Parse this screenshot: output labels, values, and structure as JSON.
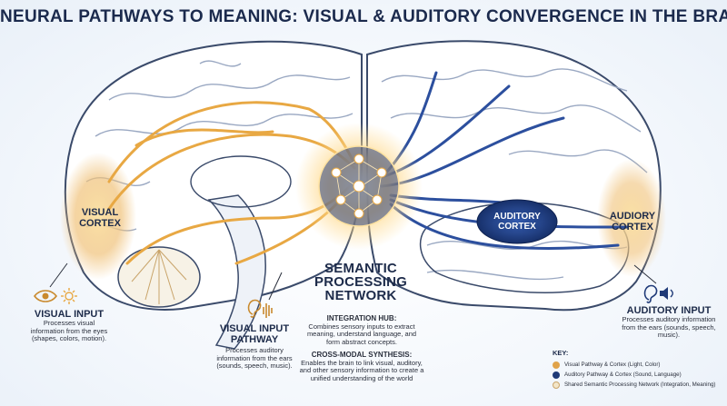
{
  "title": "NEURAL PATHWAYS TO MEANING: VISUAL & AUDITORY CONVERGENCE IN THE BRAIN",
  "labels": {
    "visual_cortex": "VISUAL CORTEX",
    "auditory_cortex_inner": "AUDITORY CORTEX",
    "auditory_cortex_outer": "AUDIORY CORTEX",
    "semantic_network": "SEMANTIC PROCESSING NETWORK"
  },
  "visual_input": {
    "title": "VISUAL INPUT",
    "desc": "Processes visual information from the eyes (shapes, colors, motion)."
  },
  "visual_input_pathway": {
    "title": "VISUAL INPUT PATHWAY",
    "desc": "Processes auditory information from the ears (sounds, speech, music)."
  },
  "integration_hub": {
    "title": "INTEGRATION HUB:",
    "desc": "Combines sensory inputs to extract meaning, understand language, and form abstract concepts."
  },
  "cross_modal": {
    "title": "CROSS-MODAL SYNTHESIS:",
    "desc": "Enables the brain to link visual, auditory, and other sensory information to create a unified understanding of the world"
  },
  "auditory_input": {
    "title": "AUDITORY INPUT",
    "desc": "Processes auditory information from the ears (sounds, speech, music)."
  },
  "key": {
    "title": "KEY:",
    "items": [
      {
        "label": "Visual Pathway & Cortex (Light, Color)",
        "color": "#e0a34a"
      },
      {
        "label": "Auditory Pathway & Cortex (Sound, Language)",
        "color": "#1f3a78"
      },
      {
        "label": "Shared Semantic Processing Network (Integration, Meaning)",
        "color": "#f3e6c8"
      }
    ]
  },
  "colors": {
    "visual": "#e8a843",
    "auditory": "#2c4f9e",
    "outline": "#3a4a6a",
    "hub_glow": "#ffd98a"
  },
  "icons": [
    "eye-icon",
    "sun-icon",
    "ear-icon",
    "sound-wave-icon",
    "speaker-icon",
    "network-node-icon"
  ]
}
